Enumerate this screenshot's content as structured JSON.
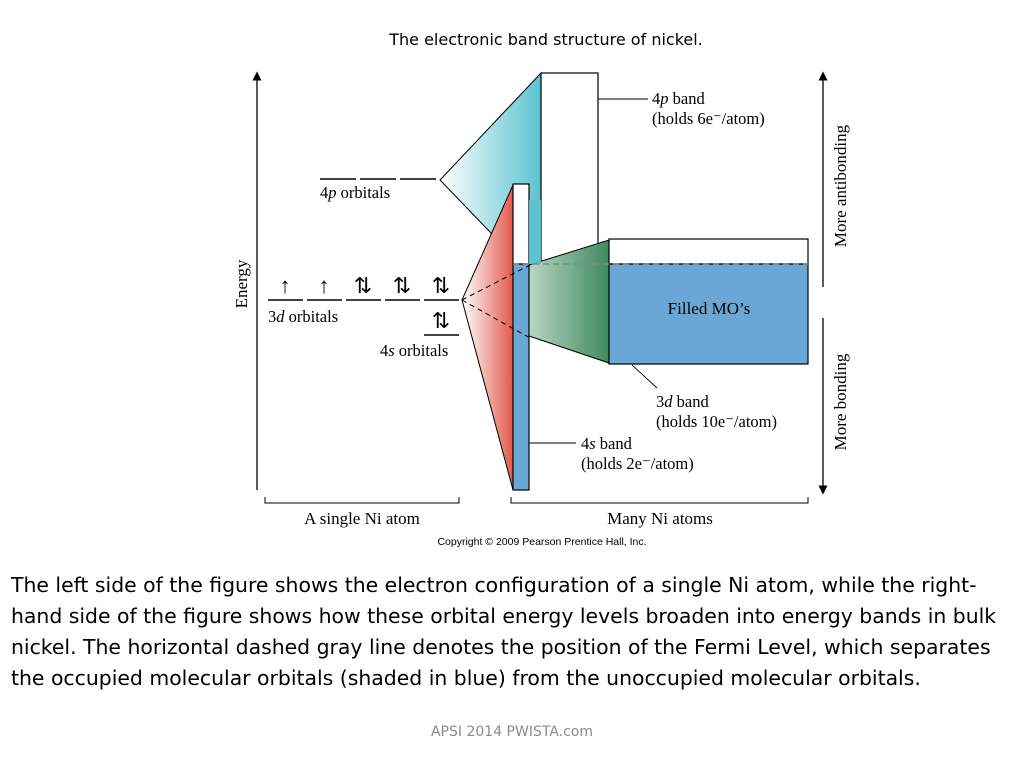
{
  "title": "The electronic band structure of nickel.",
  "diagram": {
    "energy_label": "Energy",
    "orbital_4p_label": {
      "num": "4",
      "it": "p",
      "rest": " orbitals"
    },
    "orbital_3d_label": {
      "num": "3",
      "it": "d",
      "rest": " orbitals"
    },
    "orbital_4s_label": {
      "num": "4",
      "it": "s",
      "rest": " orbitals"
    },
    "band_4p": {
      "num": "4",
      "it": "p",
      "rest": " band",
      "holds": "(holds 6e⁻/atom)"
    },
    "band_3d": {
      "num": "3",
      "it": "d",
      "rest": " band",
      "holds": "(holds 10e⁻/atom)"
    },
    "band_4s": {
      "num": "4",
      "it": "s",
      "rest": " band",
      "holds": "(holds 2e⁻/atom)"
    },
    "filled_label": "Filled MO’s",
    "more_antibonding": "More antibonding",
    "more_bonding": "More bonding",
    "single_atom": "A single Ni atom",
    "many_atoms": "Many Ni atoms",
    "copyright": "Copyright © 2009 Pearson Prentice Hall, Inc.",
    "d_electrons": [
      "↑",
      "↑",
      "⇅",
      "⇅",
      "⇅"
    ],
    "s_electrons": "⇅"
  },
  "colors": {
    "band_4p": "#5bc3d0",
    "band_3d": "#3e8a5e",
    "band_4s": "#e35a4c",
    "filled": "#6aa6d6"
  },
  "caption": "The left side of the figure shows the electron configuration of a single Ni atom, while the right-hand side of the figure shows how these orbital energy levels broaden into energy bands in bulk nickel. The horizontal dashed gray line denotes the position of the Fermi Level, which separates the occupied molecular orbitals (shaded in blue) from the unoccupied molecular orbitals.",
  "footer": "APSI 2014 PWISTA.com"
}
